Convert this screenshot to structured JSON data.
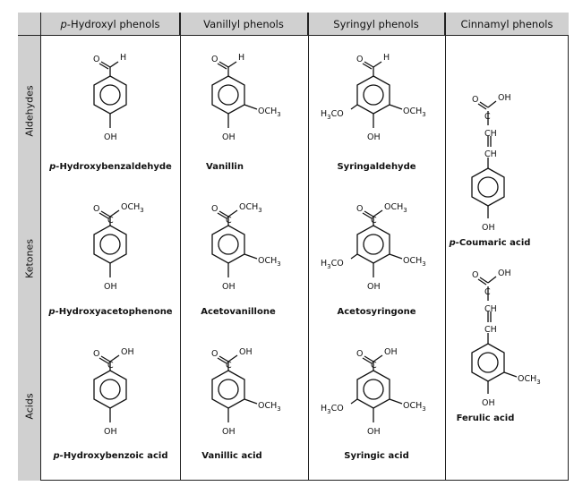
{
  "columns": [
    "Hydroxyl phenols",
    "Vanillyl phenols",
    "Syringyl phenols",
    "Cinnamyl phenols"
  ],
  "column_prefix_italic": "p-",
  "rows": [
    "Aldehydes",
    "Ketones",
    "Acids"
  ],
  "compounds": {
    "p_hydroxybenzaldehyde": {
      "prefix": "p-",
      "name": "Hydroxybenzaldehyde"
    },
    "vanillin": {
      "name": "Vanillin"
    },
    "syringaldehyde": {
      "name": "Syringaldehyde"
    },
    "p_hydroxyacetophenone": {
      "prefix": "p-",
      "name": "Hydroxyacetophenone"
    },
    "acetovanillone": {
      "name": "Acetovanillone"
    },
    "acetosyringone": {
      "name": "Acetosyringone"
    },
    "p_hydroxybenzoic_acid": {
      "prefix": "p-",
      "name": "Hydroxybenzoic acid"
    },
    "vanillic_acid": {
      "name": "Vanillic acid"
    },
    "syringic_acid": {
      "name": "Syringic acid"
    },
    "p_coumaric_acid": {
      "prefix": "p-",
      "name": "Coumaric acid"
    },
    "ferulic_acid": {
      "name": "Ferulic acid"
    }
  },
  "atoms": {
    "O": "O",
    "H": "H",
    "OH": "OH",
    "C": "C",
    "CH": "CH",
    "OCH3": "OCH",
    "H3CO_left": "H",
    "CO": "CO",
    "sub3": "3"
  }
}
